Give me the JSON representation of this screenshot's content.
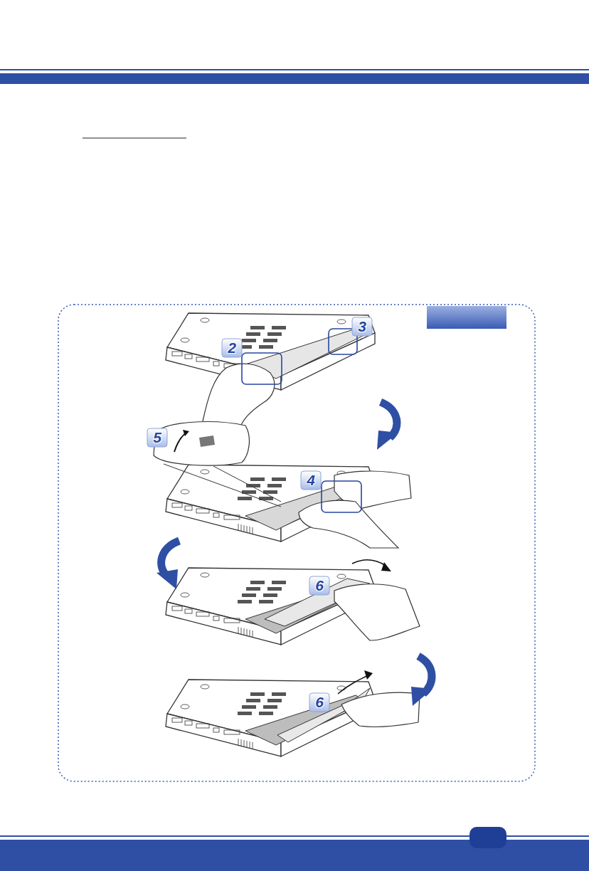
{
  "diagram": {
    "labels": [
      "2",
      "3",
      "5",
      "4",
      "6",
      "6"
    ]
  }
}
